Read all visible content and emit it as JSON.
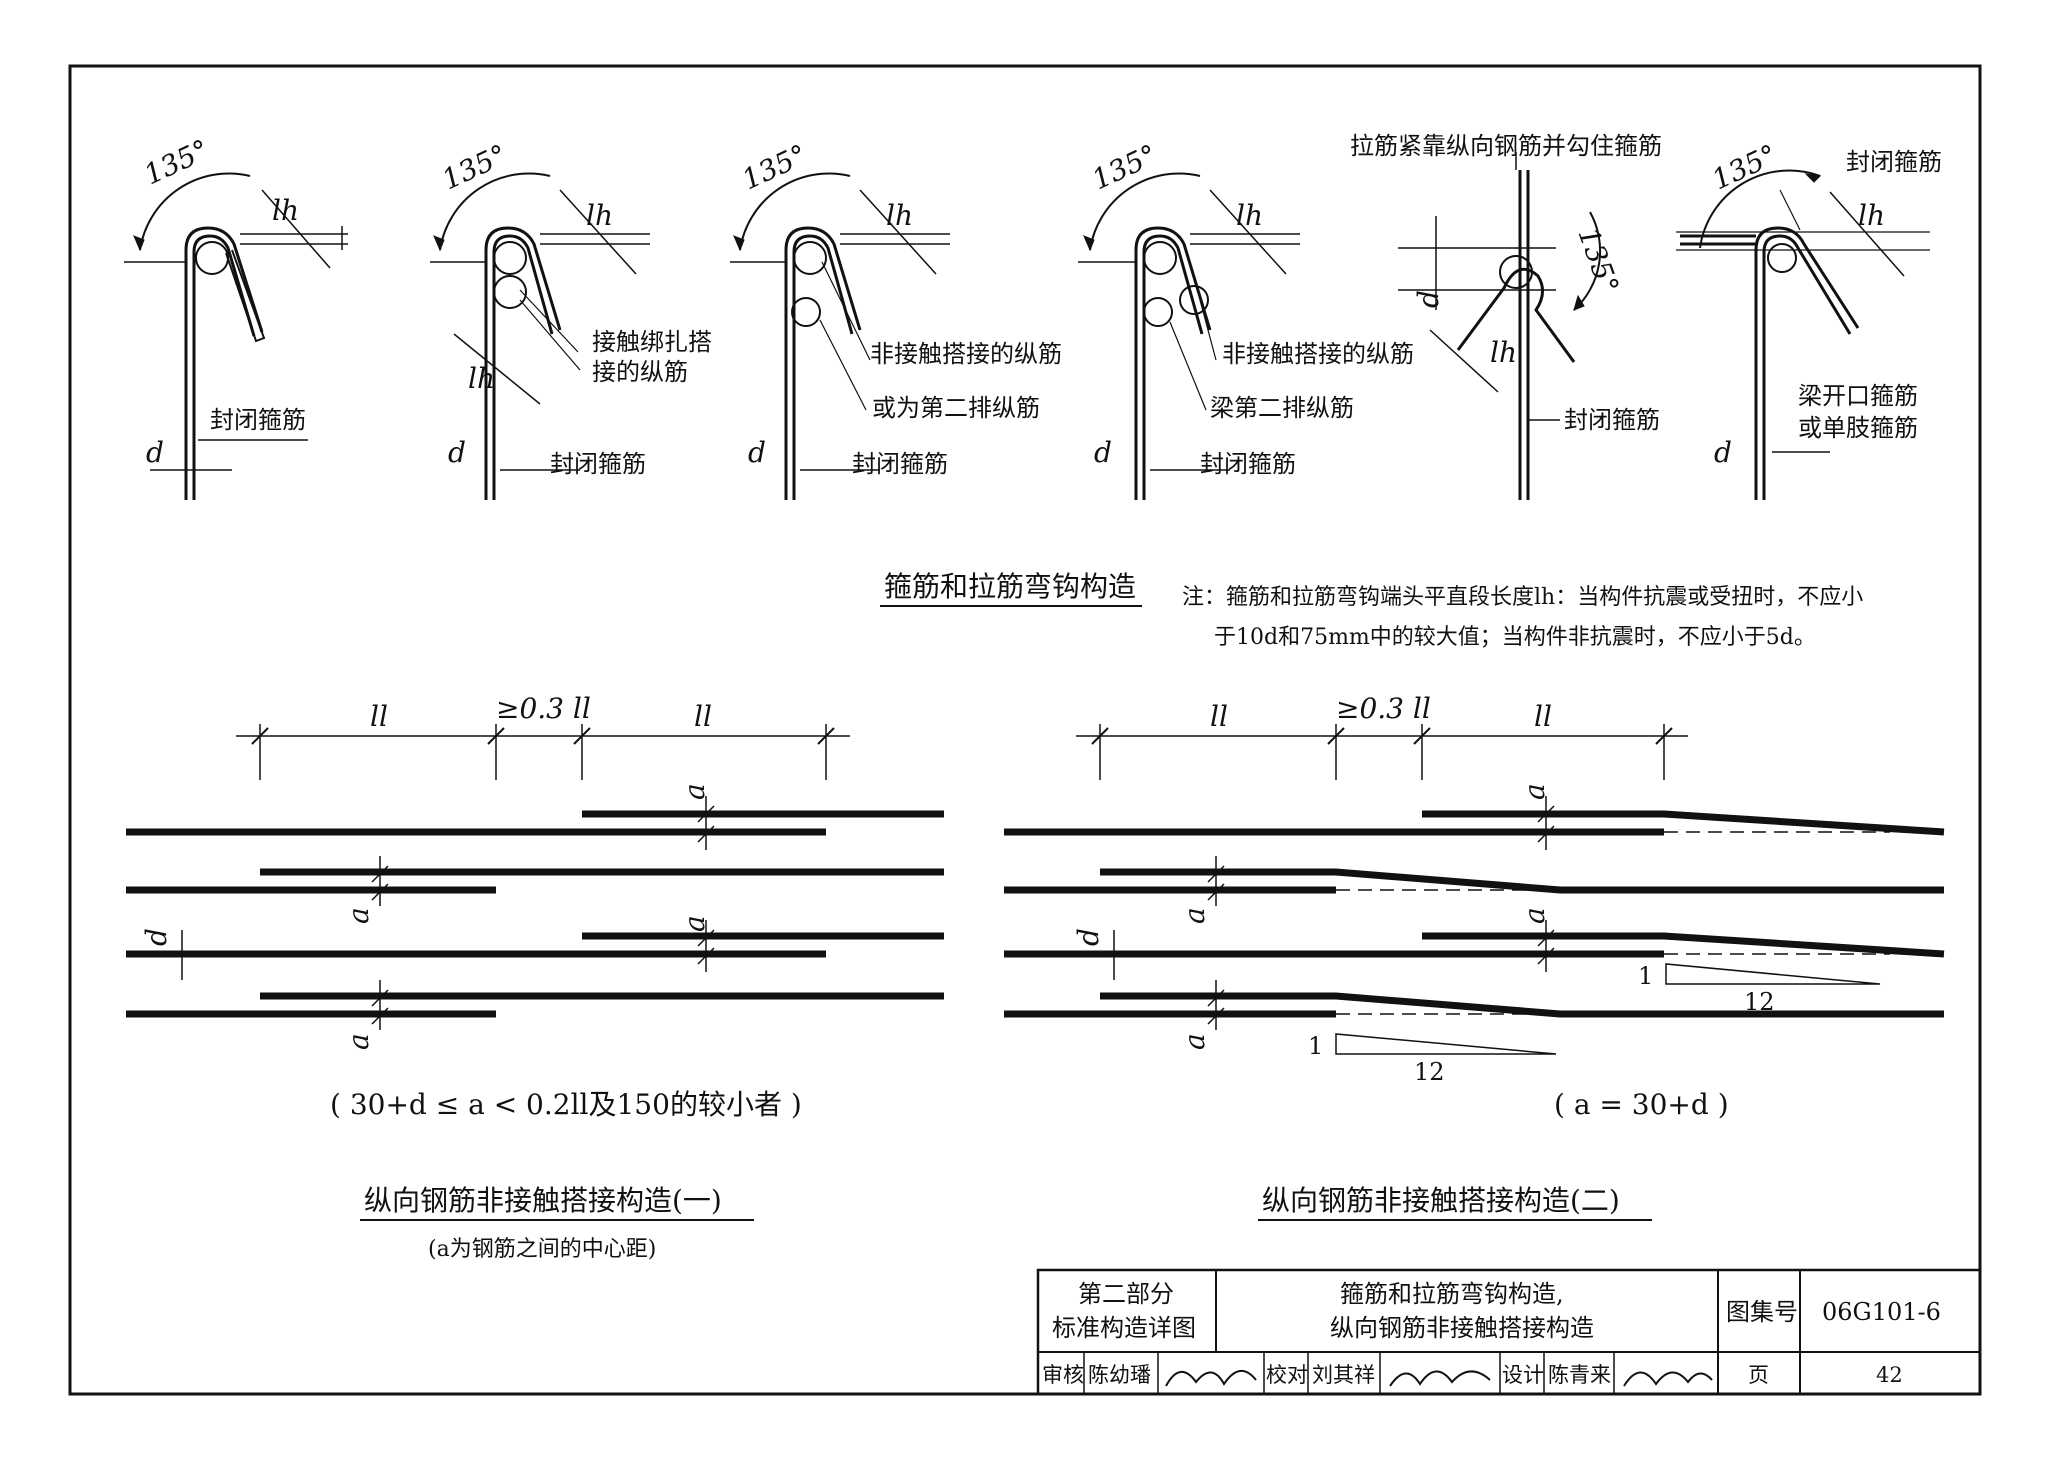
{
  "hook_details": {
    "angle": "135°",
    "lh": "lh",
    "d": "d",
    "closed_stirrup": "封闭箍筋",
    "contact_bound_lap_1": "接触绑扎搭",
    "contact_bound_lap_2": "接的纵筋",
    "noncontact_lap_bar": "非接触搭接的纵筋",
    "or_second_row": "或为第二排纵筋",
    "beam_second_row": "梁第二排纵筋",
    "tie_label": "拉筋紧靠纵向钢筋并勾住箍筋",
    "open_stirrup_1": "梁开口箍筋",
    "open_stirrup_2": "或单肢箍筋",
    "section_title": "箍筋和拉筋弯钩构造",
    "note_line1": "注：箍筋和拉筋弯钩端头平直段长度lh：当构件抗震或受扭时，不应小",
    "note_line2": "于10d和75mm中的较大值；当构件非抗震时，不应小于5d。"
  },
  "lap_one": {
    "ll": "ll",
    "gap": "≥0.3 ll",
    "a": "a",
    "d": "d",
    "condition": "( 30+d ≤ a < 0.2ll及150的较小者 )",
    "title": "纵向钢筋非接触搭接构造(一)",
    "subtitle": "(a为钢筋之间的中心距)"
  },
  "lap_two": {
    "ll": "ll",
    "gap": "≥0.3 ll",
    "a": "a",
    "d": "d",
    "slope_1": "1",
    "slope_12": "12",
    "condition": "( a = 30+d )",
    "title": "纵向钢筋非接触搭接构造(二)"
  },
  "title_block": {
    "part_line1": "第二部分",
    "part_line2": "标准构造详图",
    "name_line1": "箍筋和拉筋弯钩构造,",
    "name_line2": "纵向钢筋非接触搭接构造",
    "atlas_label": "图集号",
    "atlas_no": "06G101-6",
    "review_label": "审核",
    "reviewer": "陈幼璠",
    "check_label": "校对",
    "checker": "刘其祥",
    "design_label": "设计",
    "designer": "陈青来",
    "page_label": "页",
    "page_no": "42"
  }
}
